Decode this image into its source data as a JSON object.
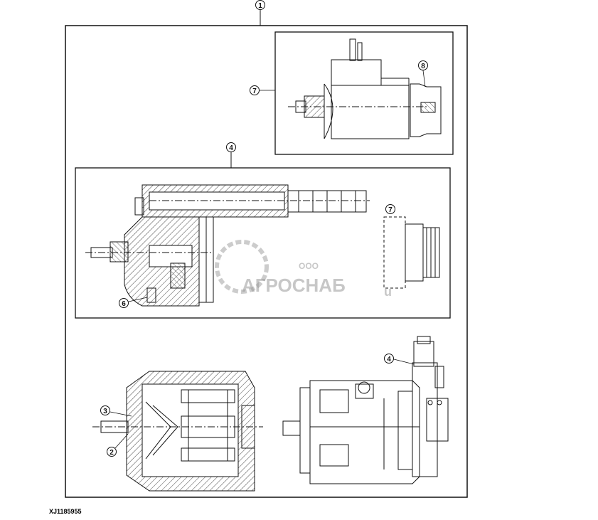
{
  "callouts": {
    "c1": "1",
    "c2": "2",
    "c3": "3",
    "c4_top": "4",
    "c4_bottom": "4",
    "c6": "6",
    "c7_top": "7",
    "c7_mid": "7",
    "c8": "8"
  },
  "watermark": {
    "small": "ООО",
    "main": "АГРОСНАБ",
    "suffix": "u"
  },
  "figure_code": "XJ1185955",
  "colors": {
    "line": "#111111",
    "hatch": "#555555",
    "watermark": "#9a9a9a"
  }
}
